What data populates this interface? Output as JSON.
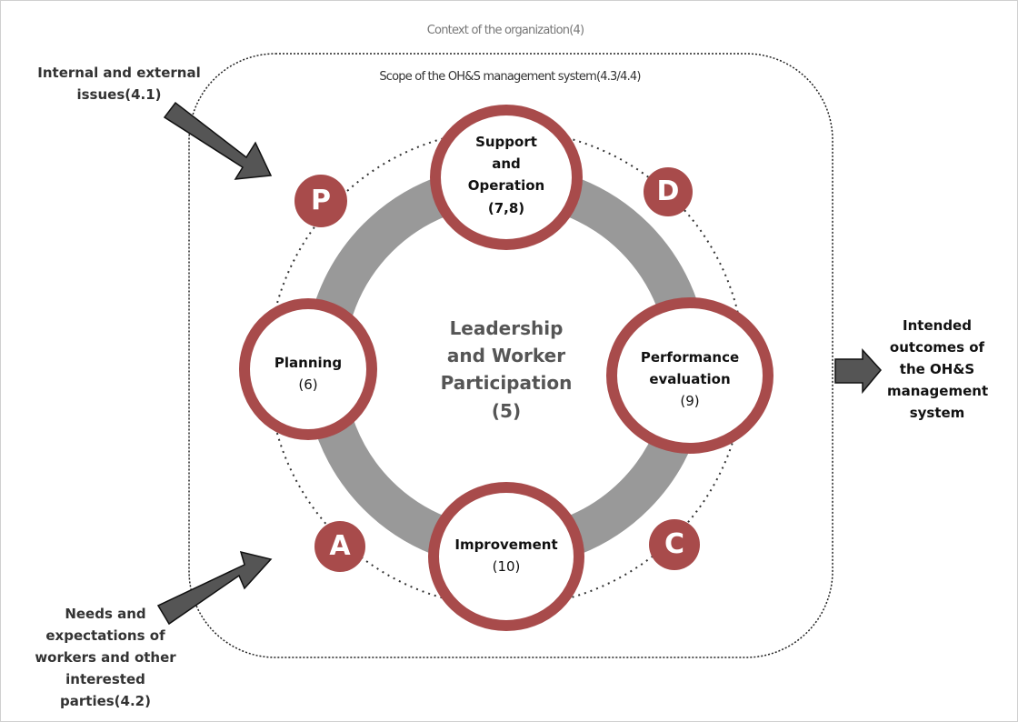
{
  "context_label": "Context of the organization(4)",
  "scope_label": "Scope of the OH&S management system(4.3/4.4)",
  "inputs": {
    "issues": "Internal and external issues(4.1)",
    "needs": "Needs and expectations of workers and other interested parties(4.2)"
  },
  "output": "Intended outcomes of the OH&S management system",
  "center": {
    "title": "Leadership and Worker Participation",
    "clause": "(5)"
  },
  "nodes": {
    "support": {
      "title": "Support and Operation",
      "clause": "(7,8)"
    },
    "planning": {
      "title": "Planning",
      "clause": "(6)"
    },
    "performance": {
      "title": "Performance evaluation",
      "clause": "(9)"
    },
    "improvement": {
      "title": "Improvement",
      "clause": "(10)"
    }
  },
  "pdca": {
    "p": "P",
    "d": "D",
    "c": "C",
    "a": "A"
  },
  "colors": {
    "accent": "#a84b4b",
    "ring": "#999999",
    "arrow": "#555555"
  }
}
